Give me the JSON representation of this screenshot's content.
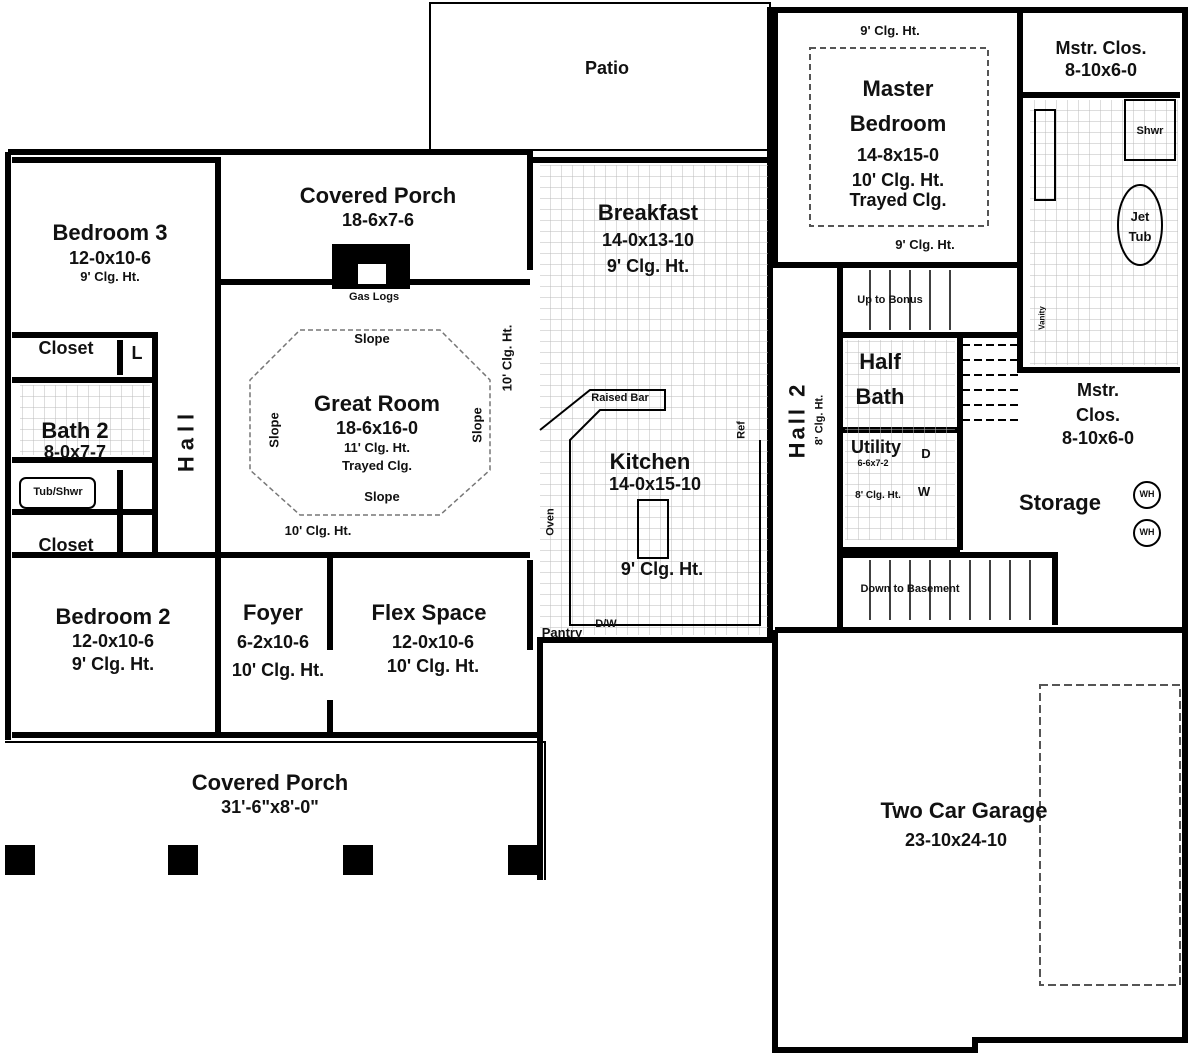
{
  "rooms": {
    "patio": {
      "name": "Patio"
    },
    "covered_porch_rear": {
      "name": "Covered Porch",
      "size": "18-6x7-6"
    },
    "gas_logs": "Gas Logs",
    "bedroom3": {
      "name": "Bedroom 3",
      "size": "12-0x10-6",
      "ceiling": "9' Clg. Ht."
    },
    "breakfast": {
      "name": "Breakfast",
      "size": "14-0x13-10",
      "ceiling": "9' Clg. Ht."
    },
    "great_room": {
      "name": "Great Room",
      "size": "18-6x16-0",
      "ceiling": "11' Clg. Ht.",
      "note": "Trayed Clg.",
      "ceiling_10": "10' Clg. Ht.",
      "ceiling_10b": "10' Clg. Ht."
    },
    "slope": {
      "top": "Slope",
      "bottom": "Slope",
      "left": "Slope",
      "right": "Slope"
    },
    "closet_top": "Closet",
    "closet_bottom": "Closet",
    "linen": "L",
    "bath2": {
      "name": "Bath 2",
      "size": "8-0x7-7",
      "tub": "Tub/Shwr"
    },
    "hall": "Hall",
    "raised_bar": "Raised Bar",
    "ref": "Ref",
    "oven": "Oven",
    "kitchen": {
      "name": "Kitchen",
      "size": "14-0x15-10",
      "ceiling": "9' Clg. Ht."
    },
    "pantry": "Pantry",
    "dw": "D/W",
    "bedroom2": {
      "name": "Bedroom 2",
      "size": "12-0x10-6",
      "ceiling": "9' Clg. Ht."
    },
    "foyer": {
      "name": "Foyer",
      "size": "6-2x10-6",
      "ceiling": "10' Clg. Ht."
    },
    "flex": {
      "name": "Flex Space",
      "size": "12-0x10-6",
      "ceiling": "10' Clg. Ht."
    },
    "covered_porch_front": {
      "name": "Covered Porch",
      "size": "31'-6\"x8'-0\""
    },
    "master_bedroom": {
      "name1": "Master",
      "name2": "Bedroom",
      "size": "14-8x15-0",
      "ceiling": "10' Clg. Ht.",
      "note": "Trayed Clg.",
      "ceiling_top": "9' Clg. Ht.",
      "ceiling_bottom": "9' Clg. Ht."
    },
    "master_closet_top": {
      "name": "Mstr. Clos.",
      "size": "8-10x6-0"
    },
    "shower": "Shwr",
    "jet_tub": {
      "l1": "Jet",
      "l2": "Tub"
    },
    "vanity": "Vanity",
    "up_to_bonus": "Up to Bonus",
    "hall2": {
      "name": "Hall 2",
      "ceiling": "8' Clg. Ht."
    },
    "half_bath": {
      "l1": "Half",
      "l2": "Bath"
    },
    "utility": {
      "name": "Utility",
      "size": "6-6x7-2",
      "ceiling": "8' Clg. Ht.",
      "dryer": "D",
      "washer": "W"
    },
    "master_closet_bottom": {
      "l1": "Mstr.",
      "l2": "Clos.",
      "size": "8-10x6-0"
    },
    "storage": {
      "name": "Storage",
      "wh1": "WH",
      "wh2": "WH"
    },
    "down_to_basement": "Down to Basement",
    "garage": {
      "name": "Two Car Garage",
      "size": "23-10x24-10"
    }
  }
}
